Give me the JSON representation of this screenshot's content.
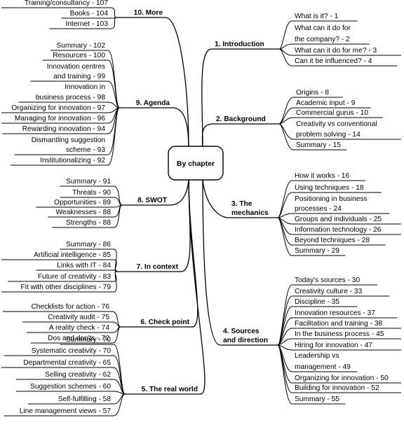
{
  "center": "By chapter",
  "branches": [
    {
      "id": "b1",
      "label": [
        "1. Introduction"
      ],
      "leaves": [
        [
          "What is it? - 1"
        ],
        [
          "What can it do for",
          "the company? - 2"
        ],
        [
          "What can it do for me? - 3"
        ],
        [
          "Can it be influenced? - 4"
        ]
      ]
    },
    {
      "id": "b2",
      "label": [
        "2. Background"
      ],
      "leaves": [
        [
          "Origins - 8"
        ],
        [
          "Academic input - 9"
        ],
        [
          "Commercial gurus - 10"
        ],
        [
          "Creativity vs conventional",
          "problem solving - 14"
        ],
        [
          "Summary - 15"
        ]
      ]
    },
    {
      "id": "b3",
      "label": [
        "3. The",
        "mechanics"
      ],
      "leaves": [
        [
          "How it works - 16"
        ],
        [
          "Using techniques - 18"
        ],
        [
          "Positioning in business",
          "processes - 24"
        ],
        [
          "Groups and individuals - 25"
        ],
        [
          "Information technology - 26"
        ],
        [
          "Beyond techniques - 28"
        ],
        [
          "Summary - 29"
        ]
      ]
    },
    {
      "id": "b4",
      "label": [
        "4. Sources",
        "and direction"
      ],
      "leaves": [
        [
          "Today's sources - 30"
        ],
        [
          "Creativity culture - 33"
        ],
        [
          "Discipline - 35"
        ],
        [
          "Innovation resources - 37"
        ],
        [
          "Facilitation and training - 38"
        ],
        [
          "In the business process - 45"
        ],
        [
          "Hiring for innovation - 47"
        ],
        [
          "Leadership vs",
          "management - 49"
        ],
        [
          "Organizing for innovation - 50"
        ],
        [
          "Building for innovation - 52"
        ],
        [
          "Summary - 55"
        ]
      ]
    },
    {
      "id": "b5",
      "label": [
        "5. The real world"
      ],
      "leaves": [
        [
          "Summary - 70"
        ],
        [
          "Systematic creativity - 70"
        ],
        [
          "Departmental creativity - 65"
        ],
        [
          "Selling creativity - 62"
        ],
        [
          "Suggestion schemes - 60"
        ],
        [
          "Self-fulfilling - 58"
        ],
        [
          "Line management views - 57"
        ]
      ]
    },
    {
      "id": "b6",
      "label": [
        "6. Check point"
      ],
      "leaves": [
        [
          "Checklists for action - 76"
        ],
        [
          "Creativity audit - 75"
        ],
        [
          "A reality check - 74"
        ],
        [
          "Dos and don'ts - 72"
        ]
      ]
    },
    {
      "id": "b7",
      "label": [
        "7. In context"
      ],
      "leaves": [
        [
          "Summary - 86"
        ],
        [
          "Artificial intelligence - 85"
        ],
        [
          "Links with IT - 84"
        ],
        [
          "Future of creativity - 83"
        ],
        [
          "Fit with other disciplines - 79"
        ]
      ]
    },
    {
      "id": "b8",
      "label": [
        "8. SWOT"
      ],
      "leaves": [
        [
          "Summary - 91"
        ],
        [
          "Threats - 90"
        ],
        [
          "Opportunities - 89"
        ],
        [
          "Weaknesses - 88"
        ],
        [
          "Strengths - 88"
        ]
      ]
    },
    {
      "id": "b9",
      "label": [
        "9. Agenda"
      ],
      "leaves": [
        [
          "Summary - 102"
        ],
        [
          "Resources - 100"
        ],
        [
          "Innovation centres",
          "and training - 99"
        ],
        [
          "Innovation in",
          "business process - 98"
        ],
        [
          "Organizing for innovation - 97"
        ],
        [
          "Managing for innovation - 96"
        ],
        [
          "Rewarding innovation - 94"
        ],
        [
          "Dismantling suggestion",
          "scheme - 93"
        ],
        [
          "Institutionalizing - 92"
        ]
      ]
    },
    {
      "id": "b10",
      "label": [
        "10. More"
      ],
      "leaves": [
        [
          "Training/consultancy - 107"
        ],
        [
          "Books - 104"
        ],
        [
          "Internet - 103"
        ]
      ]
    }
  ]
}
